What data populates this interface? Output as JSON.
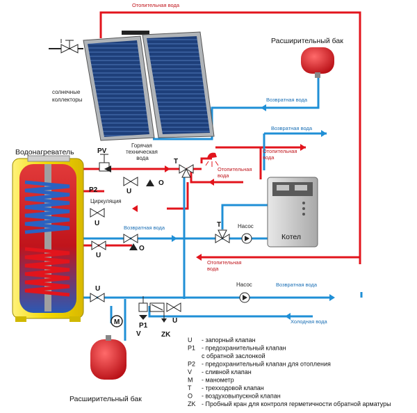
{
  "labels": {
    "heating_water_top": "Отопительная вода",
    "expansion_tank_top": "Расширительный бак",
    "return_water_1": "Возвратная вода",
    "return_water_2": "Возвратная вода",
    "return_water_3": "Возвратная вода",
    "return_water_4": "Возвратная вода",
    "solar_collectors": "солнечные\nколлекторы",
    "water_heater": "Водонагреватель",
    "hot_tech_water": "Горячая\nтехническая\nвода",
    "heating_water_1": "Отопительная\nвода",
    "heating_water_2": "Отопительная\nвода",
    "heating_water_3": "Отопительная\nвода",
    "circulation": "Циркуляция",
    "pump_1": "Насос",
    "pump_2": "Насос",
    "boiler": "Котел",
    "cold_water": "Холодная вода",
    "expansion_tank_bottom": "Расширительный бак"
  },
  "valves": {
    "pv": "PV",
    "p2": "P2",
    "u": "U",
    "o": "O",
    "t": "T",
    "m": "M",
    "p1": "P1",
    "v": "V",
    "zk": "ZK"
  },
  "legend": [
    {
      "code": "U",
      "text": "- запорный клапан"
    },
    {
      "code": "P1",
      "text": "- предохранительный клапан\n   с обратной заслонкой"
    },
    {
      "code": "P2",
      "text": "- предохранительный клапан для отопления"
    },
    {
      "code": "V",
      "text": "- сливной клапан"
    },
    {
      "code": "M",
      "text": "- манометр"
    },
    {
      "code": "T",
      "text": "- трехходовой клапан"
    },
    {
      "code": "O",
      "text": "- воздуховыпускной клапан"
    },
    {
      "code": "ZK",
      "text": "- Пробный кран для контроля герметичности обратной арматуры"
    }
  ],
  "colors": {
    "hot": "#e2141c",
    "cold": "#1f8fd6",
    "tank_yellow": "#f5e020",
    "tank_red": "#d9252b"
  }
}
